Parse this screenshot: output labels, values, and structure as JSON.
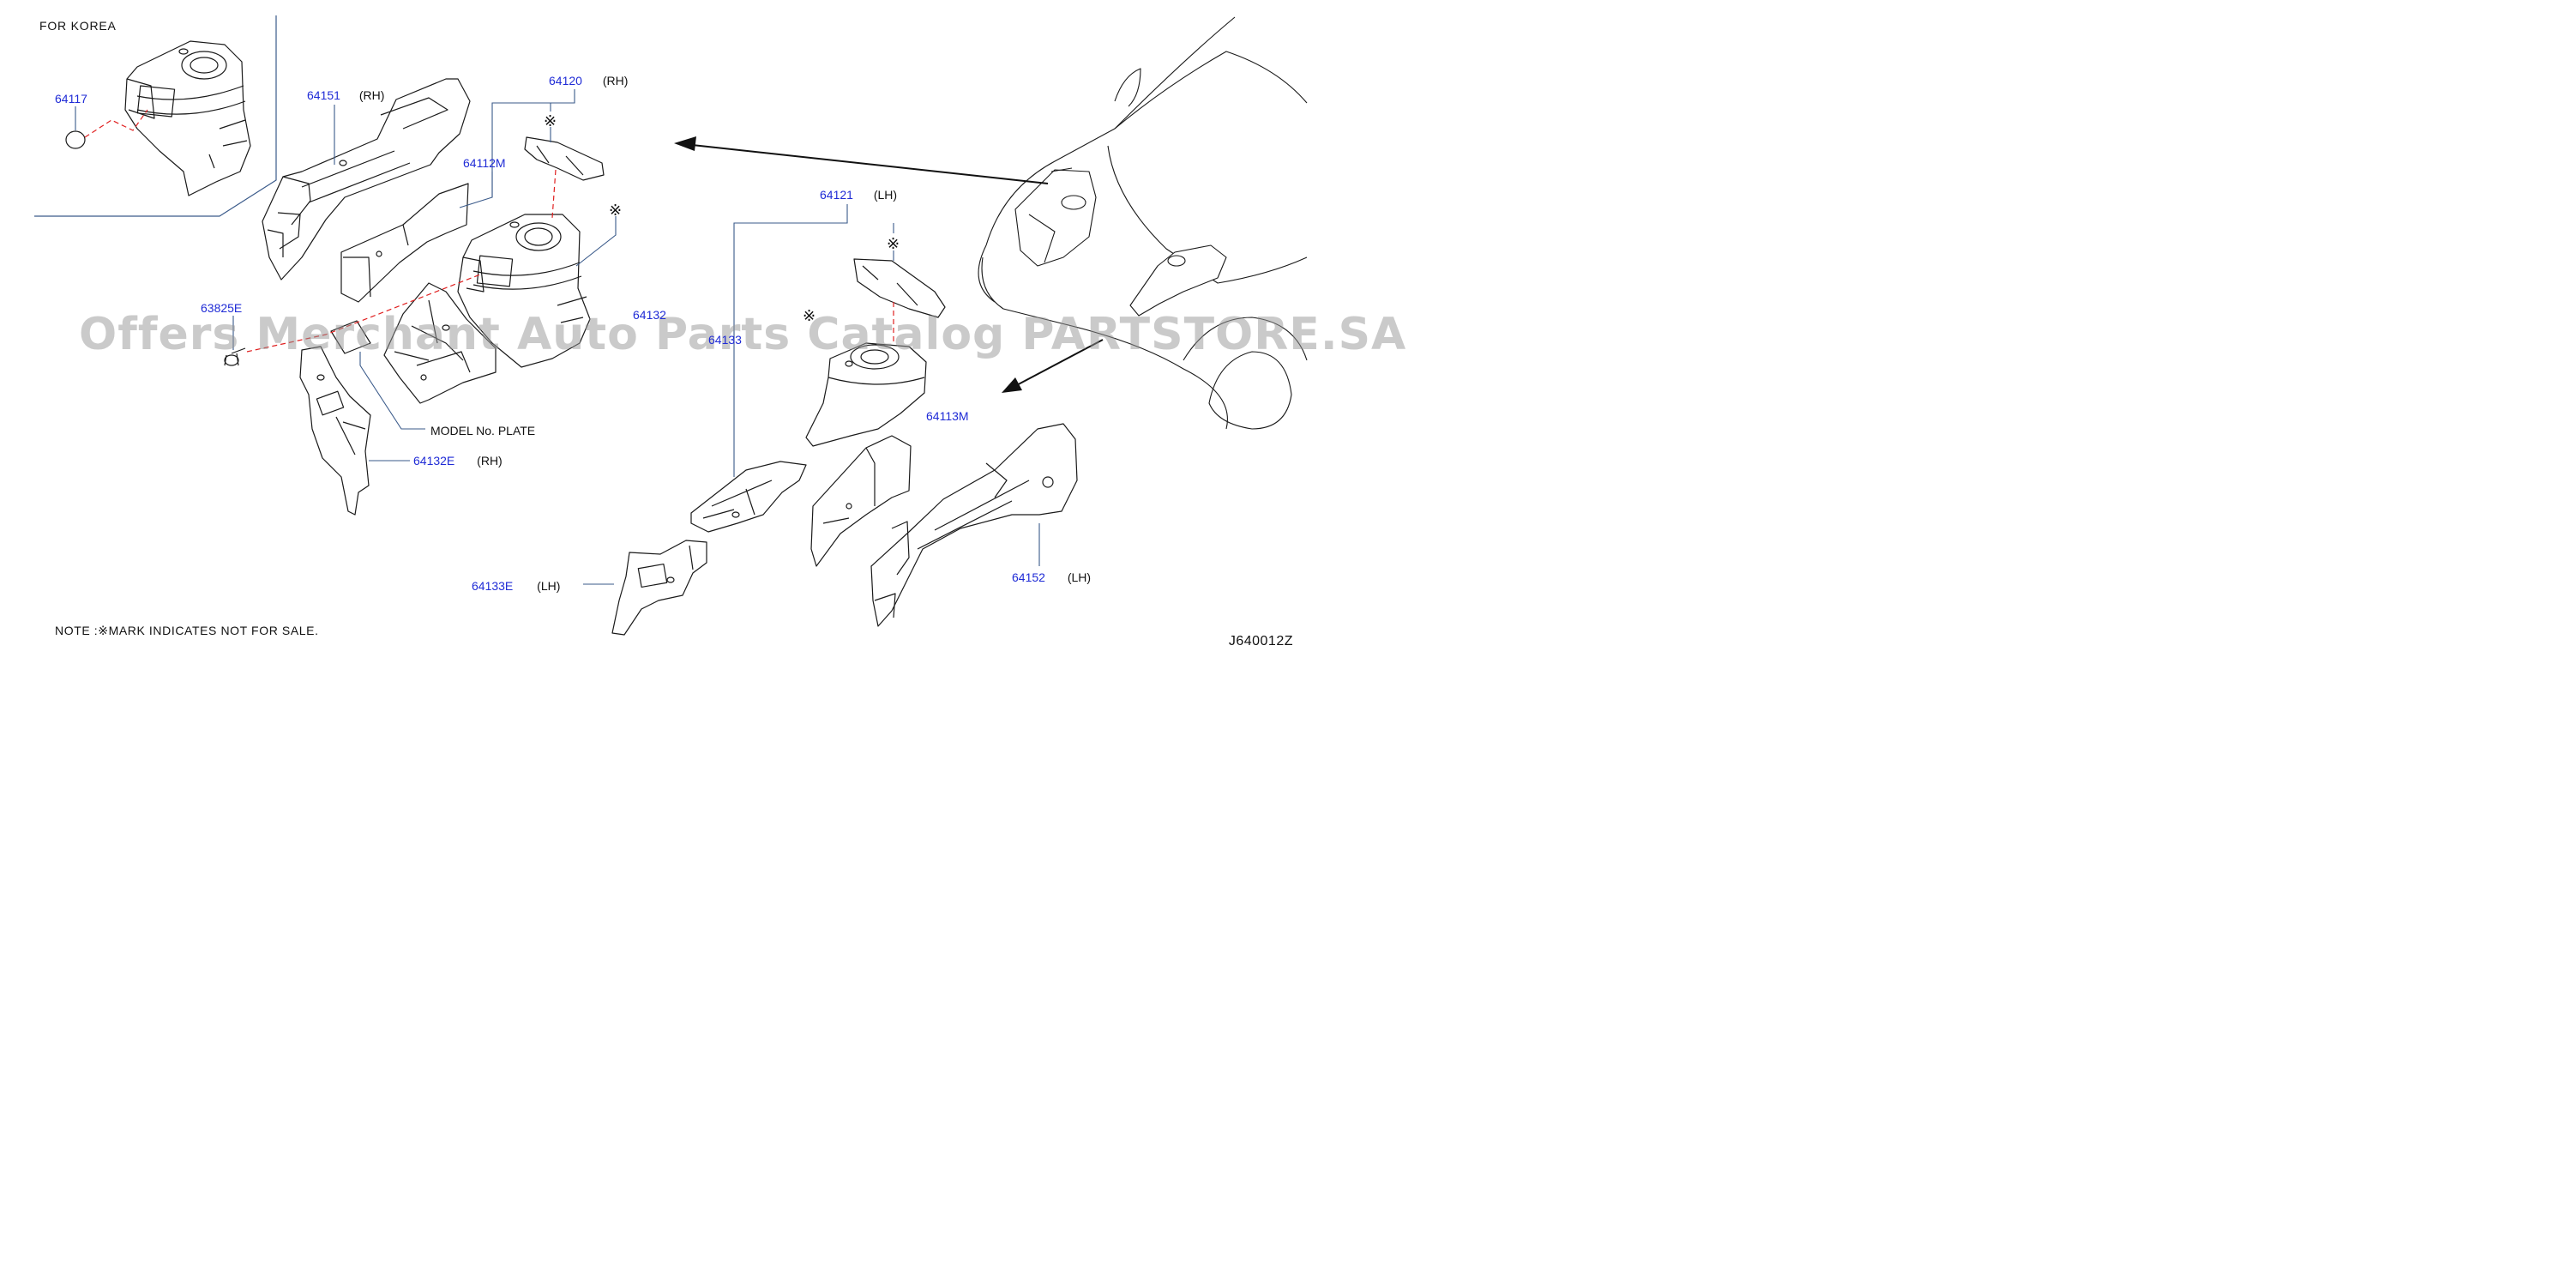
{
  "colors": {
    "part_number": "#1f2bd6",
    "leader_line": "#3a5a8a",
    "dash_line": "#e02020",
    "text": "#111111",
    "watermark": "#969696"
  },
  "labels": {
    "for_korea": "FOR KOREA",
    "model_plate": "MODEL  No.  PLATE",
    "note": "NOTE :※MARK  INDICATES  NOT  FOR  SALE.",
    "code": "J640012Z"
  },
  "watermark": "Offers Merchant Auto Parts Catalog PARTSTORE.SA",
  "mark_symbol": "※",
  "parts": {
    "p64117": {
      "number": "64117"
    },
    "p64151": {
      "number": "64151",
      "side": "(RH)"
    },
    "p64120": {
      "number": "64120",
      "side": "(RH)"
    },
    "p64112M": {
      "number": "64112M"
    },
    "p63825E": {
      "number": "63825E"
    },
    "p64132": {
      "number": "64132"
    },
    "p64132E": {
      "number": "64132E",
      "side": "(RH)"
    },
    "p64121": {
      "number": "64121",
      "side": "(LH)"
    },
    "p64133": {
      "number": "64133"
    },
    "p64113M": {
      "number": "64113M"
    },
    "p64133E": {
      "number": "64133E",
      "side": "(LH)"
    },
    "p64152": {
      "number": "64152",
      "side": "(LH)"
    }
  }
}
